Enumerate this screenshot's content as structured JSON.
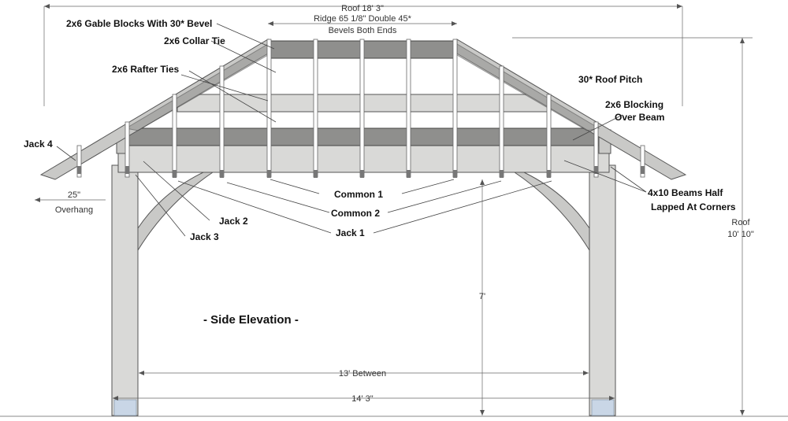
{
  "labels": {
    "gable_blocks": "2x6 Gable Blocks With 30* Bevel",
    "collar_tie": "2x6 Collar Tie",
    "rafter_ties": "2x6 Rafter Ties",
    "jack4": "Jack 4",
    "roof_pitch": "30* Roof Pitch",
    "blocking_line1": "2x6 Blocking",
    "blocking_line2": "Over Beam",
    "beams_line1": "4x10 Beams Half",
    "beams_line2": "Lapped At Corners",
    "common1": "Common 1",
    "common2": "Common 2",
    "jack1": "Jack 1",
    "jack2": "Jack 2",
    "jack3": "Jack 3",
    "side_elevation": "- Side Elevation -"
  },
  "dimensions": {
    "roof_length": "Roof 18' 3\"",
    "ridge_line1": "Ridge 65 1/8\" Double 45*",
    "ridge_line2": "Bevels Both Ends",
    "overhang_value": "25\"",
    "overhang_label": "Overhang",
    "roof_height_label": "Roof",
    "roof_height_value": "10' 10\"",
    "post_height": "7'",
    "between_posts": "13' Between",
    "overall_width": "14' 3\""
  },
  "colors": {
    "lumber": "#d9d9d7",
    "lumber_shade": "#c9c9c7",
    "blocking": "#8f8f8d",
    "lines": "#555555"
  }
}
